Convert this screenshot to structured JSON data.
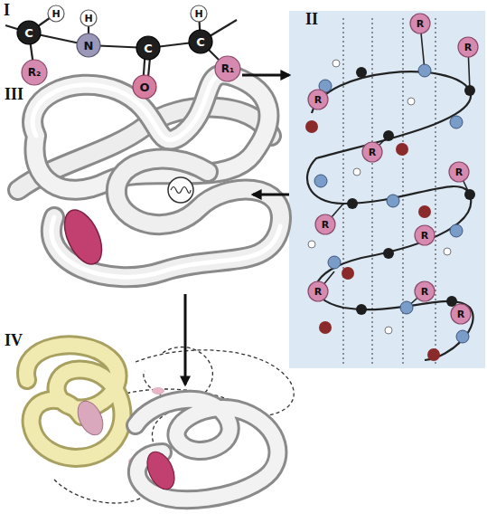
{
  "diagram": {
    "nodes": [
      {
        "text": [
          "I"
        ]
      },
      {
        "text": [
          "II"
        ]
      },
      {
        "text": [
          "III"
        ]
      },
      {
        "text": [
          "IV"
        ]
      }
    ],
    "edges": [
      {
        "from": 0,
        "to": 1,
        "arrow": "to"
      },
      {
        "from": 1,
        "to": 2,
        "arrow": "to"
      },
      {
        "from": 2,
        "to": 3,
        "arrow": "to"
      }
    ],
    "labels": [
      "C",
      "H",
      "R₂",
      "N",
      "H",
      "C",
      "O",
      "C",
      "H",
      "R₁",
      "R",
      "R",
      "R",
      "R",
      "R",
      "R",
      "R",
      "R",
      "R",
      "R"
    ]
  }
}
